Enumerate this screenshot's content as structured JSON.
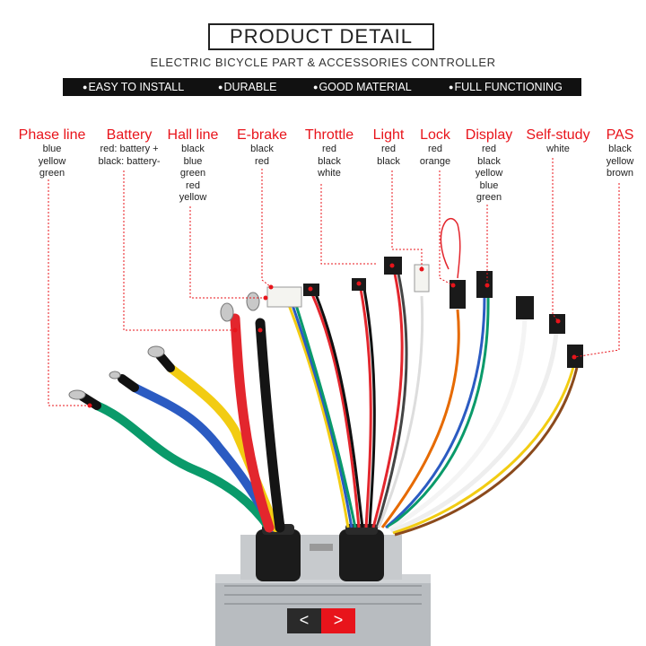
{
  "header": {
    "title": "PRODUCT  DETAIL",
    "subtitle": "ELECTRIC BICYCLE PART & ACCESSORIES CONTROLLER"
  },
  "features": [
    "EASY TO INSTALL",
    "DURABLE",
    "GOOD MATERIAL",
    "FULL FUNCTIONING"
  ],
  "labels": [
    {
      "name": "Phase line",
      "wires": [
        "blue",
        "yellow",
        "green"
      ]
    },
    {
      "name": "Battery",
      "wires": [
        "red: battery +",
        "black: battery-"
      ]
    },
    {
      "name": "Hall line",
      "wires": [
        "black",
        "blue",
        "green",
        "red",
        "yellow"
      ]
    },
    {
      "name": "E-brake",
      "wires": [
        "black",
        "red"
      ]
    },
    {
      "name": "Throttle",
      "wires": [
        "red",
        "black",
        "white"
      ]
    },
    {
      "name": "Light",
      "wires": [
        "red",
        "black"
      ]
    },
    {
      "name": "Lock",
      "wires": [
        "red",
        "orange"
      ]
    },
    {
      "name": "Display",
      "wires": [
        "red",
        "black",
        "yellow",
        "blue",
        "green"
      ]
    },
    {
      "name": "Self-study",
      "wires": [
        "white"
      ]
    },
    {
      "name": "PAS",
      "wires": [
        "black",
        "yellow",
        "brown"
      ]
    }
  ],
  "nav": {
    "prev": "<",
    "next": ">"
  },
  "colors": {
    "accent": "#e8141b",
    "bar": "#111111"
  }
}
